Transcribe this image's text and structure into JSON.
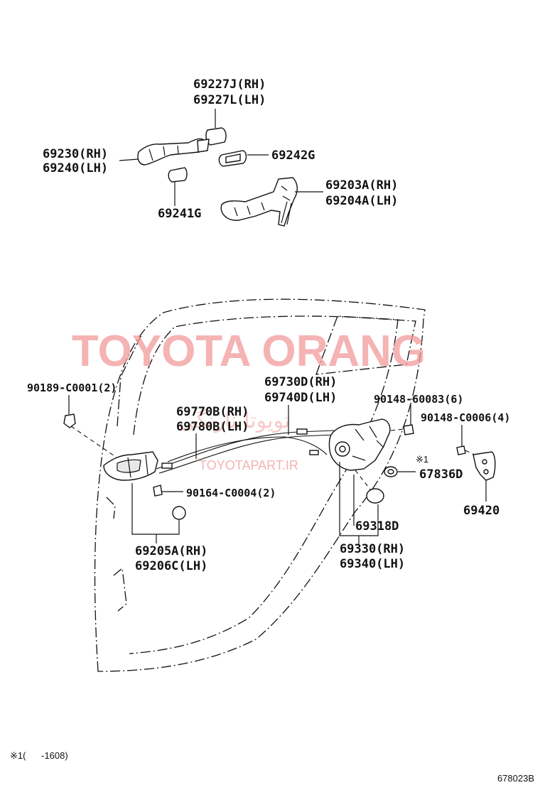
{
  "labels": {
    "handle_cover_rh": "69227J(RH)",
    "handle_cover_lh": "69227L(LH)",
    "handle_rh": "69230(RH)",
    "handle_lh": "69240(LH)",
    "pad_g": "69242G",
    "frame_rh": "69203A(RH)",
    "frame_lh": "69204A(LH)",
    "pad_241g": "69241G",
    "clip_90189": "90189-C0001(2)",
    "cable_730d_rh": "69730D(RH)",
    "cable_740d_lh": "69740D(LH)",
    "cable_770b_rh": "69770B(RH)",
    "cable_780b_lh": "69780B(LH)",
    "screw_90148_60083": "90148-60083(6)",
    "screw_90148_c0006": "90148-C0006(4)",
    "note_mark": "※1",
    "seal_67836d": "67836D",
    "striker_69420": "69420",
    "screw_90164": "90164-C0004(2)",
    "cap_69318d": "69318D",
    "inside_handle_rh": "69205A(RH)",
    "inside_handle_lh": "69206C(LH)",
    "lock_rh": "69330(RH)",
    "lock_lh": "69340(LH)"
  },
  "watermark": {
    "main": "TOYOTA ORANG",
    "arabic": "تویوتا نارنگی",
    "url": "TOYOTAPART.IR"
  },
  "footer": {
    "note": "※1(      -1608)",
    "code": "678023B"
  },
  "colors": {
    "watermark": "#f19a9a",
    "ink": "#111111"
  }
}
